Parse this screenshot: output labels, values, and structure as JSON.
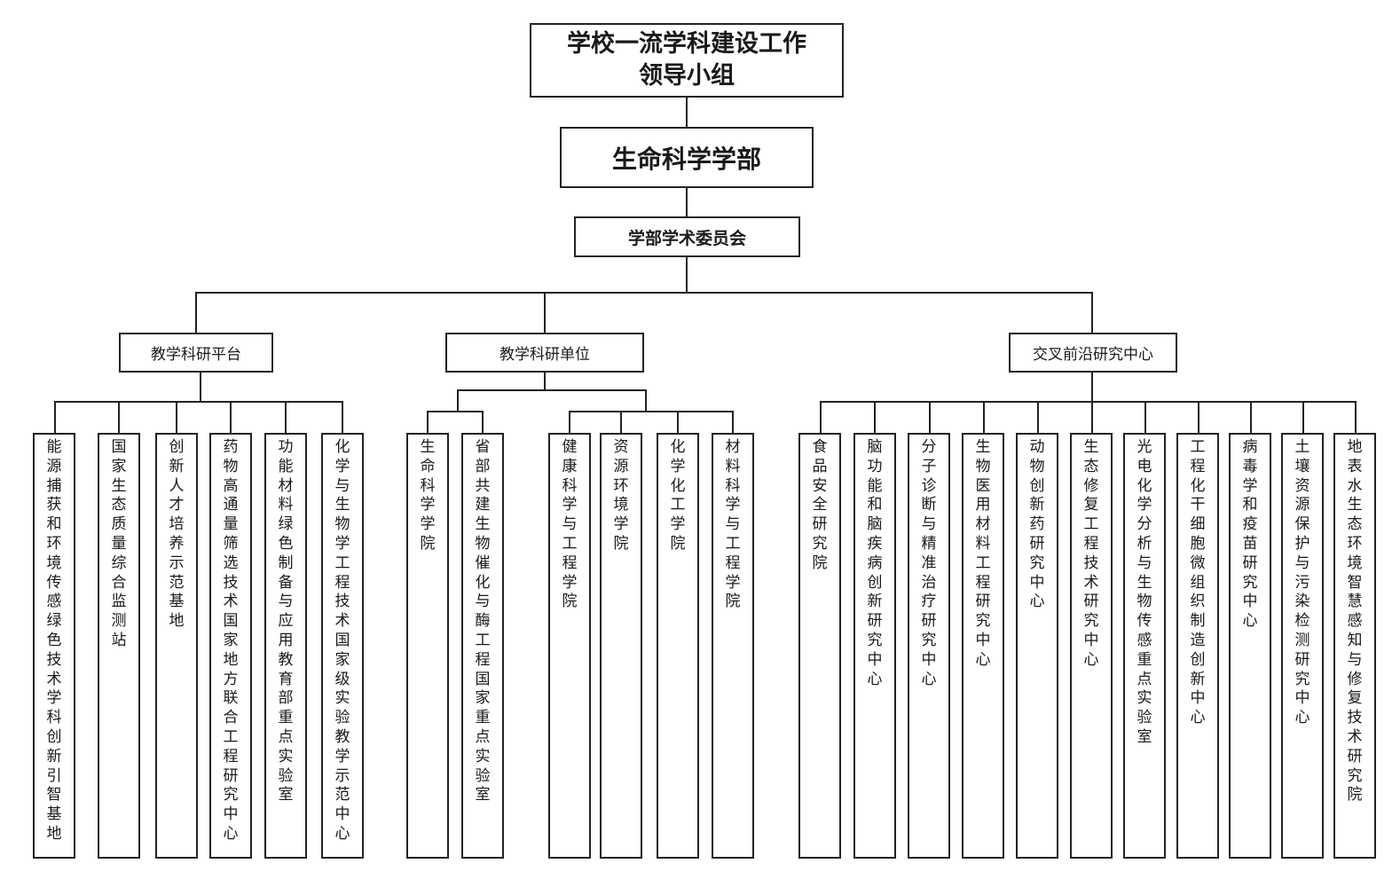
{
  "root": {
    "line1": "学校一流学科建设工作",
    "line2": "领导小组"
  },
  "faculty": "生命科学学部",
  "committee": "学部学术委员会",
  "categories": [
    {
      "label": "教学科研平台",
      "items": [
        "能源捕获和环境传感绿色技术学科创新引智基地",
        "国家生态质量综合监测站",
        "创新人才培养示范基地",
        "药物高通量筛选技术国家地方联合工程研究中心",
        "功能材料绿色制备与应用教育部重点实验室",
        "化学与生物学工程技术国家级实验教学示范中心"
      ]
    },
    {
      "label": "教学科研单位",
      "items": [
        "生命科学学院",
        "省部共建生物催化与酶工程国家重点实验室",
        "健康科学与工程学院",
        "资源环境学院",
        "化学化工学院",
        "材料科学与工程学院"
      ]
    },
    {
      "label": "交叉前沿研究中心",
      "items": [
        "食品安全研究院",
        "脑功能和脑疾病创新研究中心",
        "分子诊断与精准治疗研究中心",
        "生物医用材料工程研究中心",
        "动物创新药研究中心",
        "生态修复工程技术研究中心",
        "光电化学分析与生物传感重点实验室",
        "工程化干细胞微组织制造创新中心",
        "病毒学和疫苗研究中心",
        "土壤资源保护与污染检测研究中心",
        "地表水生态环境智慧感知与修复技术研究院"
      ]
    }
  ]
}
